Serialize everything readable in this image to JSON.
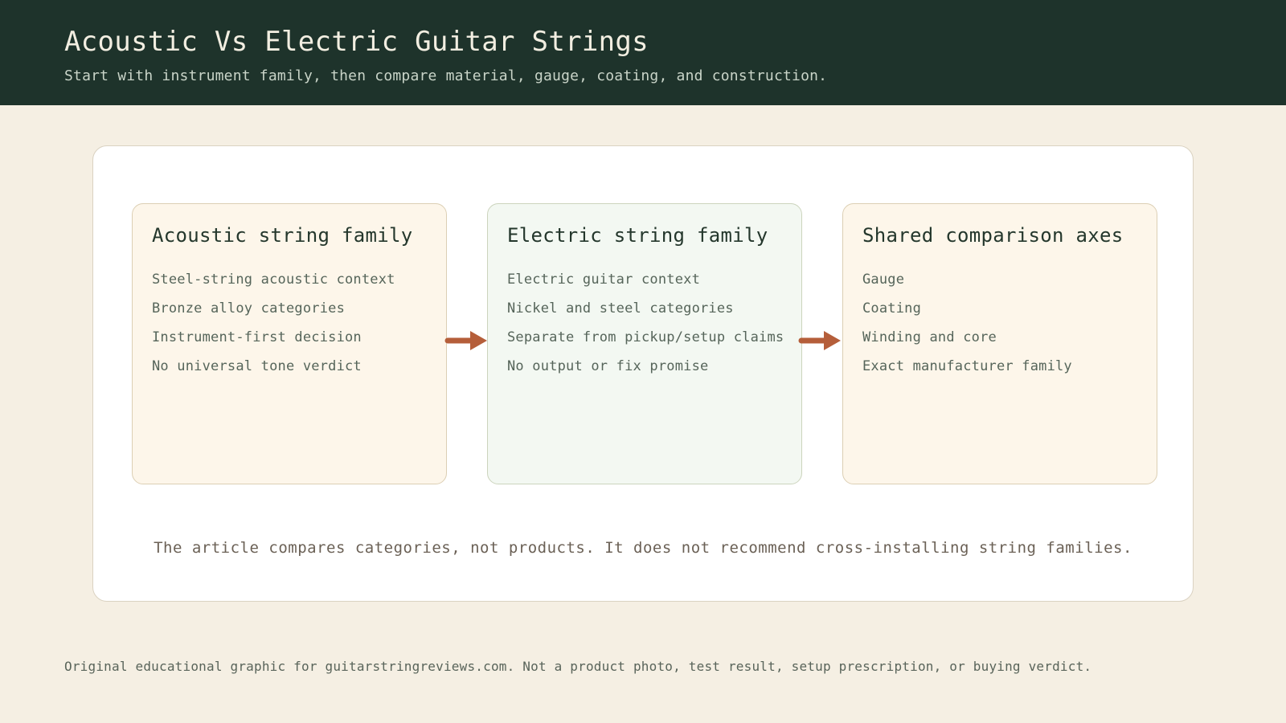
{
  "header": {
    "title": "Acoustic Vs Electric Guitar Strings",
    "subtitle": "Start with instrument family, then compare material, gauge, coating, and construction."
  },
  "panel": {
    "cards": [
      {
        "title": "Acoustic string family",
        "items": [
          "Steel-string acoustic context",
          "Bronze alloy categories",
          "Instrument-first decision",
          "No universal tone verdict"
        ]
      },
      {
        "title": "Electric string family",
        "items": [
          "Electric guitar context",
          "Nickel and steel categories",
          "Separate from pickup/setup claims",
          "No output or fix promise"
        ]
      },
      {
        "title": "Shared comparison axes",
        "items": [
          "Gauge",
          "Coating",
          "Winding and core",
          "Exact manufacturer family"
        ]
      }
    ],
    "note": "The article compares categories, not products. It does not recommend cross-installing string families."
  },
  "footer": {
    "caption": "Original educational graphic for guitarstringreviews.com. Not a product photo, test result, setup prescription, or buying verdict."
  },
  "icons": {
    "flow_arrow": "right-arrow"
  },
  "colors": {
    "header_bg": "#1e332b",
    "header_title": "#f2eee1",
    "header_subtitle": "#c9d4c8",
    "page_bg": "#f5efe3",
    "panel_bg": "#ffffff",
    "panel_border": "#dad2c1",
    "card_cream_bg": "#fdf6ea",
    "card_cream_border": "#dccfb4",
    "card_mint_bg": "#f3f8f2",
    "card_mint_border": "#ccd4bd",
    "card_title": "#24372c",
    "card_item": "#56655a",
    "note_text": "#6b6156",
    "footer_text": "#59645a",
    "arrow": "#b55e3a"
  }
}
